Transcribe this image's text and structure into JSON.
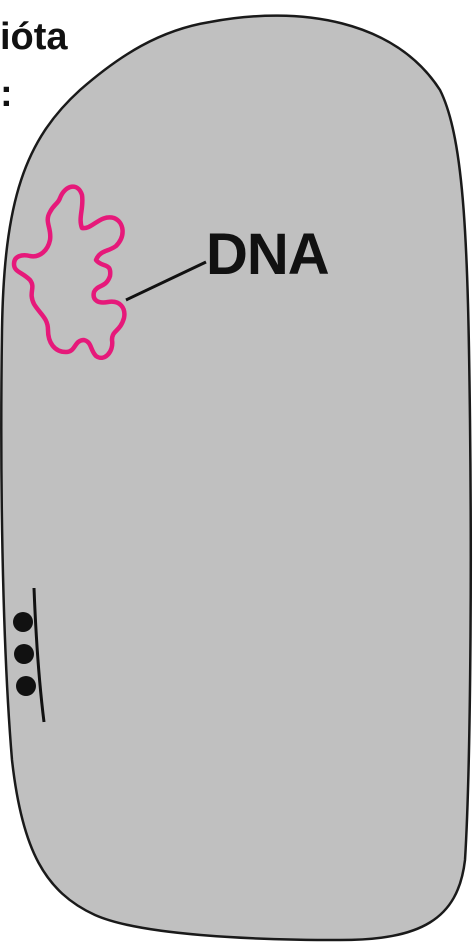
{
  "header": {
    "line1": "ióta",
    "line2": ":"
  },
  "labels": {
    "dna": "DNA"
  },
  "colors": {
    "cell_fill": "#c0c0c0",
    "cell_outline": "#1a1a1a",
    "dna_strand": "#e6197a",
    "ink": "#111111"
  },
  "icons": {
    "dna": "looped-strand",
    "ribosomes": "three-dots-on-line"
  }
}
